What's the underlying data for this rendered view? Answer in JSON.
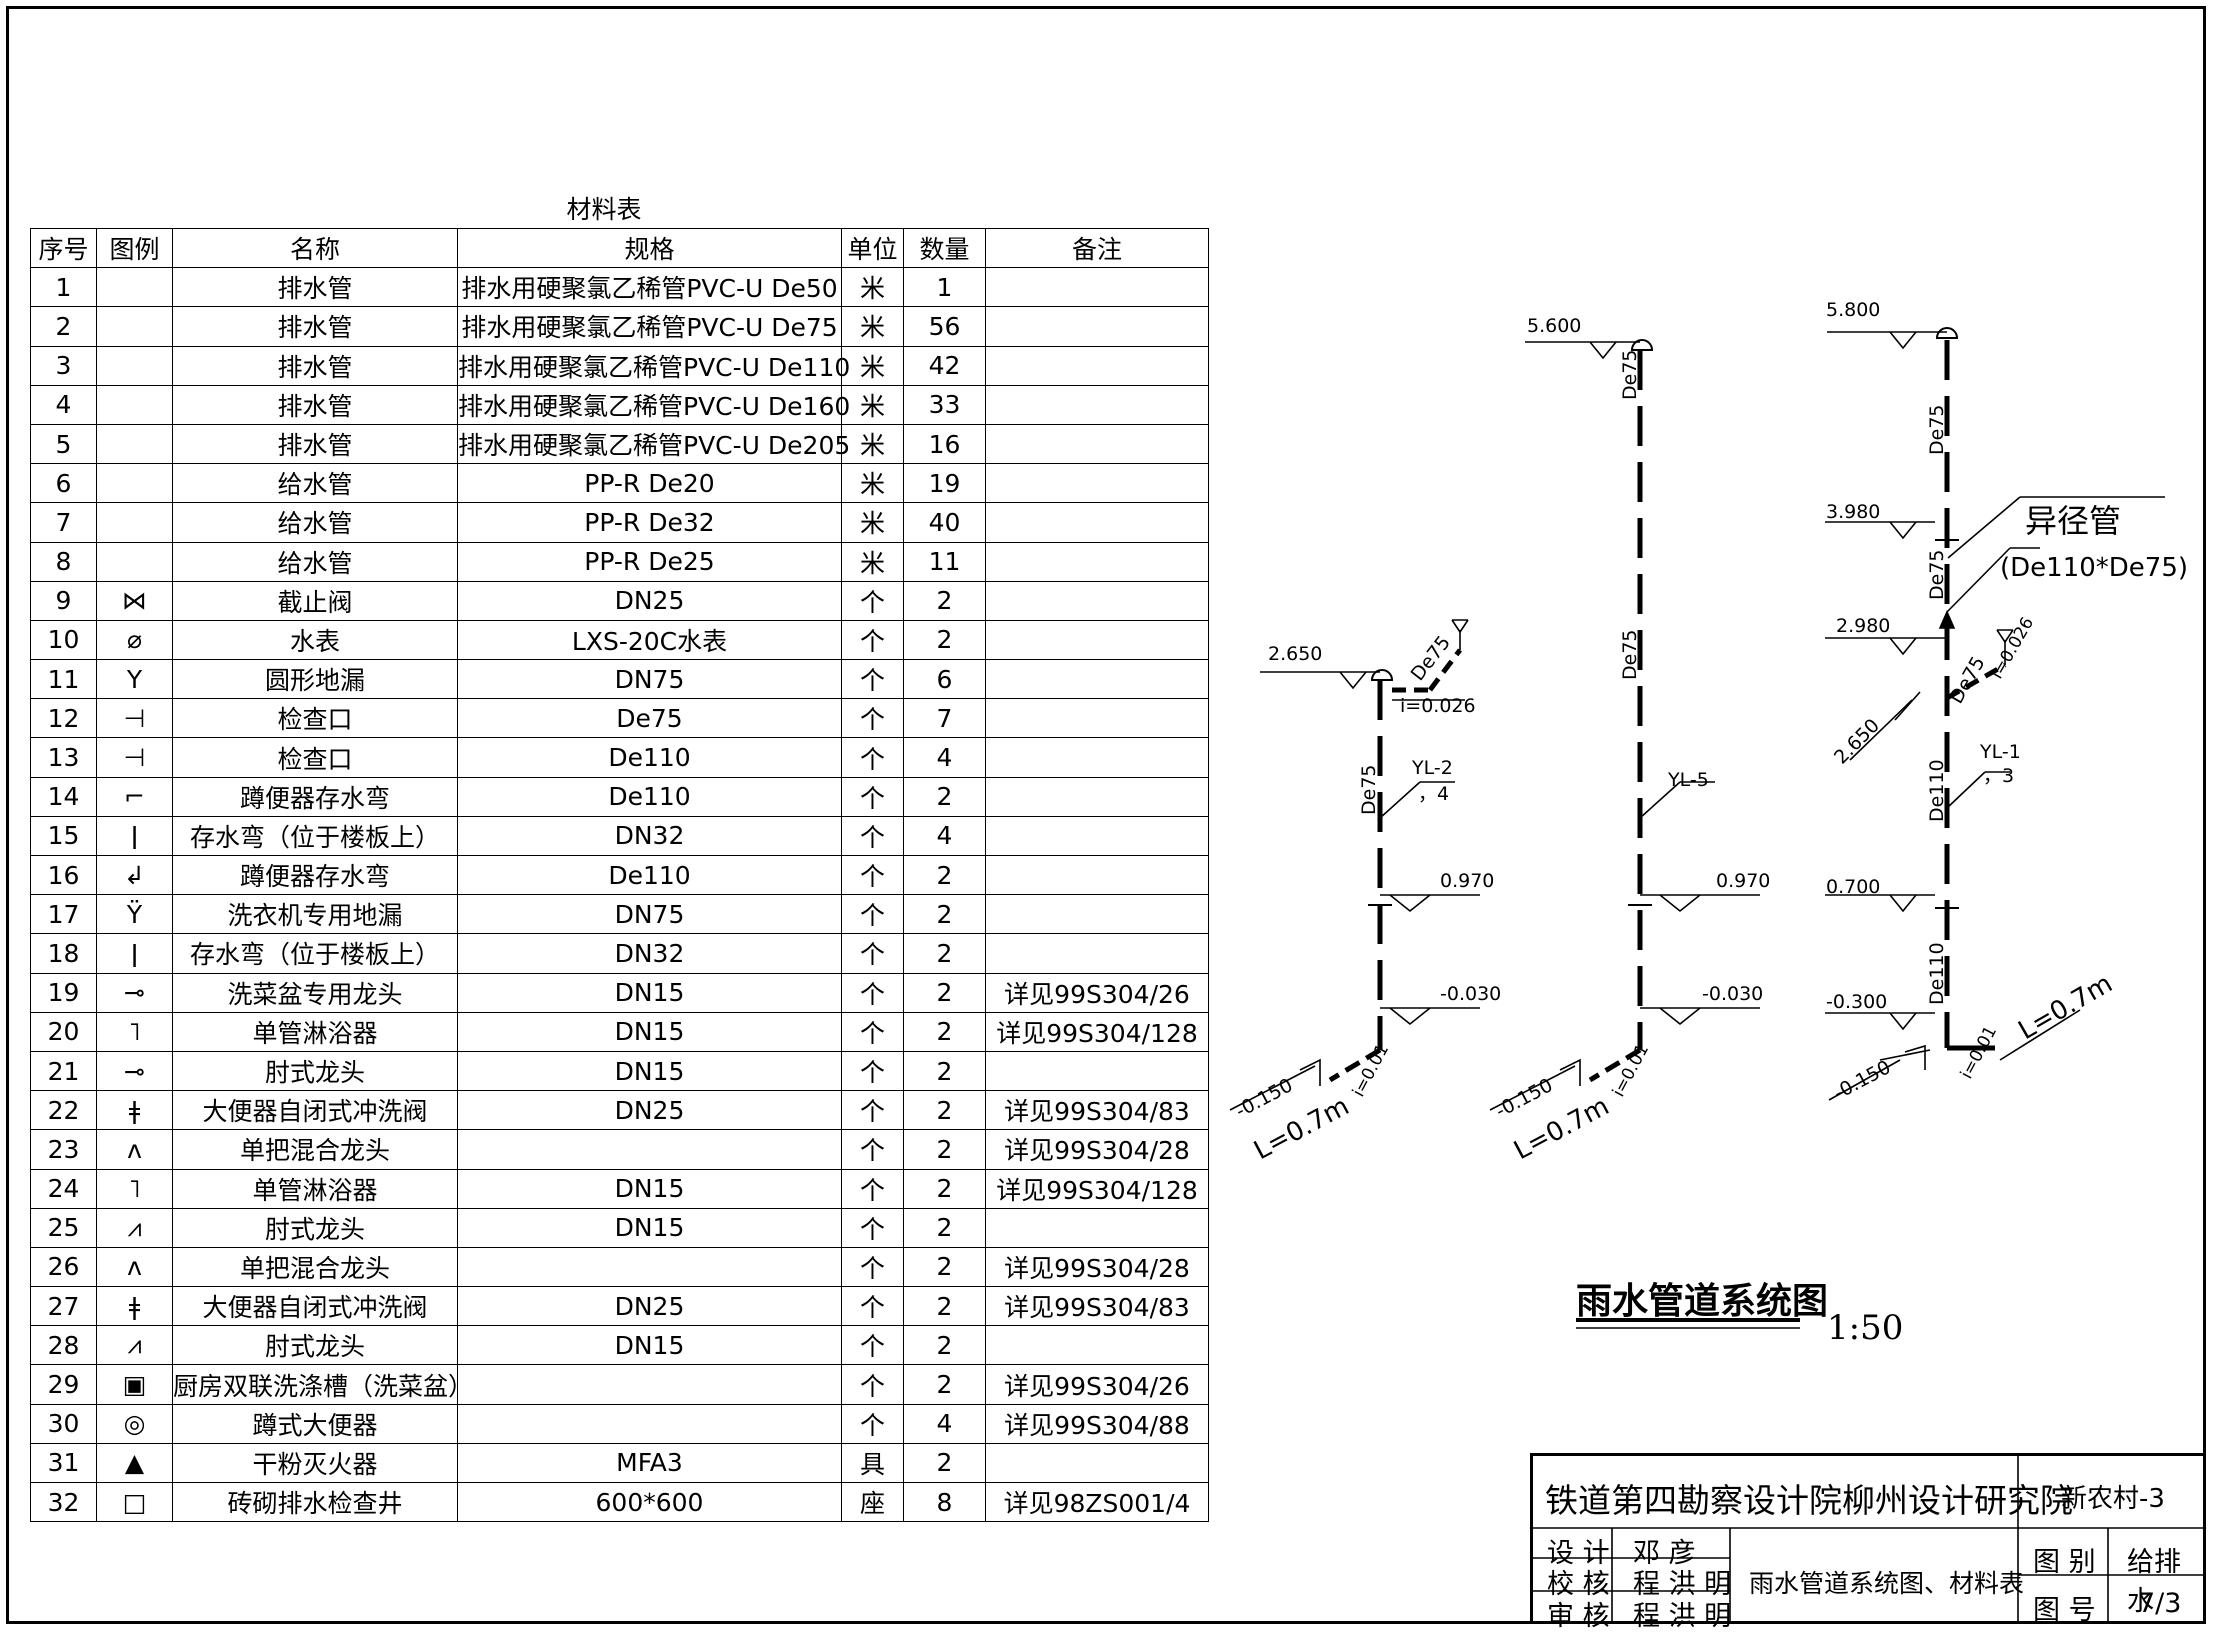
{
  "material_table": {
    "title": "材料表",
    "headers": [
      "序号",
      "图例",
      "名称",
      "规格",
      "单位",
      "数量",
      "备注"
    ],
    "rows": [
      {
        "no": "1",
        "symbol": "",
        "name": "排水管",
        "spec": "排水用硬聚氯乙稀管PVC-U De50",
        "unit": "米",
        "qty": "1",
        "note": ""
      },
      {
        "no": "2",
        "symbol": "",
        "name": "排水管",
        "spec": "排水用硬聚氯乙稀管PVC-U De75",
        "unit": "米",
        "qty": "56",
        "note": ""
      },
      {
        "no": "3",
        "symbol": "",
        "name": "排水管",
        "spec": "排水用硬聚氯乙稀管PVC-U De110",
        "unit": "米",
        "qty": "42",
        "note": ""
      },
      {
        "no": "4",
        "symbol": "",
        "name": "排水管",
        "spec": "排水用硬聚氯乙稀管PVC-U De160",
        "unit": "米",
        "qty": "33",
        "note": ""
      },
      {
        "no": "5",
        "symbol": "",
        "name": "排水管",
        "spec": "排水用硬聚氯乙稀管PVC-U De205",
        "unit": "米",
        "qty": "16",
        "note": ""
      },
      {
        "no": "6",
        "symbol": "",
        "name": "给水管",
        "spec": "PP-R De20",
        "unit": "米",
        "qty": "19",
        "note": ""
      },
      {
        "no": "7",
        "symbol": "",
        "name": "给水管",
        "spec": "PP-R De32",
        "unit": "米",
        "qty": "40",
        "note": ""
      },
      {
        "no": "8",
        "symbol": "",
        "name": "给水管",
        "spec": "PP-R De25",
        "unit": "米",
        "qty": "11",
        "note": ""
      },
      {
        "no": "9",
        "symbol": "⋈",
        "name": "截止阀",
        "spec": "DN25",
        "unit": "个",
        "qty": "2",
        "note": ""
      },
      {
        "no": "10",
        "symbol": "⌀",
        "name": "水表",
        "spec": "LXS-20C水表",
        "unit": "个",
        "qty": "2",
        "note": ""
      },
      {
        "no": "11",
        "symbol": "Y",
        "name": "圆形地漏",
        "spec": "DN75",
        "unit": "个",
        "qty": "6",
        "note": ""
      },
      {
        "no": "12",
        "symbol": "⊣",
        "name": "检查口",
        "spec": "De75",
        "unit": "个",
        "qty": "7",
        "note": ""
      },
      {
        "no": "13",
        "symbol": "⊣",
        "name": "检查口",
        "spec": "De110",
        "unit": "个",
        "qty": "4",
        "note": ""
      },
      {
        "no": "14",
        "symbol": "⌐",
        "name": "蹲便器存水弯",
        "spec": "De110",
        "unit": "个",
        "qty": "2",
        "note": ""
      },
      {
        "no": "15",
        "symbol": "ǀ",
        "name": "存水弯（位于楼板上）",
        "spec": "DN32",
        "unit": "个",
        "qty": "4",
        "note": ""
      },
      {
        "no": "16",
        "symbol": "↲",
        "name": "蹲便器存水弯",
        "spec": "De110",
        "unit": "个",
        "qty": "2",
        "note": ""
      },
      {
        "no": "17",
        "symbol": "Ÿ",
        "name": "洗衣机专用地漏",
        "spec": "DN75",
        "unit": "个",
        "qty": "2",
        "note": ""
      },
      {
        "no": "18",
        "symbol": "ǀ",
        "name": "存水弯（位于楼板上）",
        "spec": "DN32",
        "unit": "个",
        "qty": "2",
        "note": ""
      },
      {
        "no": "19",
        "symbol": "⊸",
        "name": "洗菜盆专用龙头",
        "spec": "DN15",
        "unit": "个",
        "qty": "2",
        "note": "详见99S304/26"
      },
      {
        "no": "20",
        "symbol": "˥",
        "name": "单管淋浴器",
        "spec": "DN15",
        "unit": "个",
        "qty": "2",
        "note": "详见99S304/128"
      },
      {
        "no": "21",
        "symbol": "⊸",
        "name": "肘式龙头",
        "spec": "DN15",
        "unit": "个",
        "qty": "2",
        "note": ""
      },
      {
        "no": "22",
        "symbol": "ǂ",
        "name": "大便器自闭式冲洗阀",
        "spec": "DN25",
        "unit": "个",
        "qty": "2",
        "note": "详见99S304/83"
      },
      {
        "no": "23",
        "symbol": "ʌ",
        "name": "单把混合龙头",
        "spec": "",
        "unit": "个",
        "qty": "2",
        "note": "详见99S304/28"
      },
      {
        "no": "24",
        "symbol": "˥",
        "name": "单管淋浴器",
        "spec": "DN15",
        "unit": "个",
        "qty": "2",
        "note": "详见99S304/128"
      },
      {
        "no": "25",
        "symbol": "⩘",
        "name": "肘式龙头",
        "spec": "DN15",
        "unit": "个",
        "qty": "2",
        "note": ""
      },
      {
        "no": "26",
        "symbol": "ʌ",
        "name": "单把混合龙头",
        "spec": "",
        "unit": "个",
        "qty": "2",
        "note": "详见99S304/28"
      },
      {
        "no": "27",
        "symbol": "ǂ",
        "name": "大便器自闭式冲洗阀",
        "spec": "DN25",
        "unit": "个",
        "qty": "2",
        "note": "详见99S304/83"
      },
      {
        "no": "28",
        "symbol": "⩘",
        "name": "肘式龙头",
        "spec": "DN15",
        "unit": "个",
        "qty": "2",
        "note": ""
      },
      {
        "no": "29",
        "symbol": "▣",
        "name": "厨房双联洗涤槽（洗菜盆）",
        "spec": "",
        "unit": "个",
        "qty": "2",
        "note": "详见99S304/26"
      },
      {
        "no": "30",
        "symbol": "◎",
        "name": "蹲式大便器",
        "spec": "",
        "unit": "个",
        "qty": "4",
        "note": "详见99S304/88"
      },
      {
        "no": "31",
        "symbol": "▲",
        "name": "干粉灭火器",
        "spec": "MFA3",
        "unit": "具",
        "qty": "2",
        "note": ""
      },
      {
        "no": "32",
        "symbol": "□",
        "name": "砖砌排水检查井",
        "spec": "600*600",
        "unit": "座",
        "qty": "8",
        "note": "详见98ZS001/4"
      }
    ]
  },
  "diagram": {
    "title": "雨水管道系统图",
    "scale": "1:50",
    "reducer_label": "异径管",
    "reducer_spec": "(De110*De75)",
    "pipes": {
      "yl2": {
        "label": "YL-2",
        "sub": "，4",
        "top": "2.650",
        "mid": "0.970",
        "low": "-0.030",
        "bottom": "-0.150",
        "slope": "i=0.026",
        "slope2": "i=0.01",
        "length": "L=0.7m",
        "dia": "De75",
        "branch": "De75"
      },
      "yl5": {
        "label": "YL-5",
        "top": "5.600",
        "mid": "0.970",
        "low": "-0.030",
        "bottom": "-0.150",
        "slope2": "i=0.01",
        "length": "L=0.7m",
        "dia": "De75"
      },
      "yl1": {
        "label": "YL-1",
        "sub": "，3",
        "top": "5.800",
        "l1": "3.980",
        "l2": "2.980",
        "l3": "2.650",
        "mid": "0.700",
        "low": "-0.300",
        "bottom": "-0.150",
        "slope": "i=0.026",
        "slope2": "i=0.01",
        "length": "L=0.7m",
        "dia_top": "De75",
        "dia_mid": "De110",
        "branch": "De75"
      }
    }
  },
  "title_block": {
    "company": "铁道第四勘察设计院柳州设计研究院",
    "project": "新农村-3",
    "design_label": "设 计",
    "design_name": "邓 彦",
    "check_label": "校 核",
    "check_name": "程 洪 明",
    "review_label": "审 核",
    "review_name": "程 洪 明",
    "drawing_name": "雨水管道系统图、材料表",
    "category_label": "图 别",
    "category_value": "给排水",
    "number_label": "图 号",
    "number_value": "7/3"
  }
}
